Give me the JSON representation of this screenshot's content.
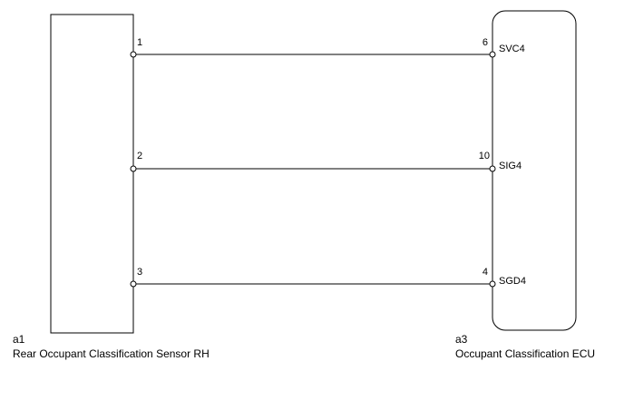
{
  "colors": {
    "line": "#000000",
    "background": "#ffffff"
  },
  "components": {
    "left": {
      "id": "a1",
      "name": "Rear Occupant Classification Sensor RH"
    },
    "right": {
      "id": "a3",
      "name": "Occupant Classification ECU"
    }
  },
  "connections": [
    {
      "left_pin": "1",
      "right_pin": "6",
      "right_signal": "SVC4"
    },
    {
      "left_pin": "2",
      "right_pin": "10",
      "right_signal": "SIG4"
    },
    {
      "left_pin": "3",
      "right_pin": "4",
      "right_signal": "SGD4"
    }
  ]
}
